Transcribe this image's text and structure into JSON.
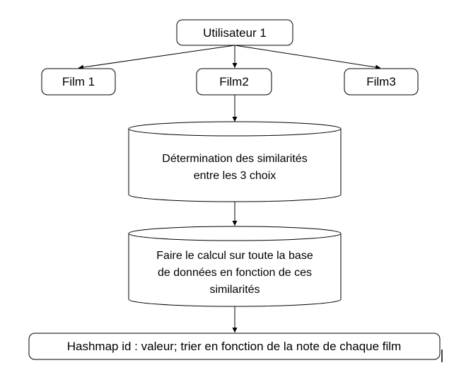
{
  "diagram": {
    "nodes": {
      "user": {
        "label": "Utilisateur 1"
      },
      "film1": {
        "label": "Film 1"
      },
      "film2": {
        "label": "Film2"
      },
      "film3": {
        "label": "Film3"
      },
      "similarity": {
        "lines": [
          "Détermination des similarités",
          "entre les 3 choix"
        ]
      },
      "calc": {
        "lines": [
          "Faire le calcul sur toute la base",
          "de données en fonction de ces",
          "similarités"
        ]
      },
      "hashmap": {
        "label": "Hashmap id : valeur; trier en fonction de la note de chaque film"
      }
    },
    "colors": {
      "stroke": "#000000",
      "fill": "#ffffff"
    }
  }
}
